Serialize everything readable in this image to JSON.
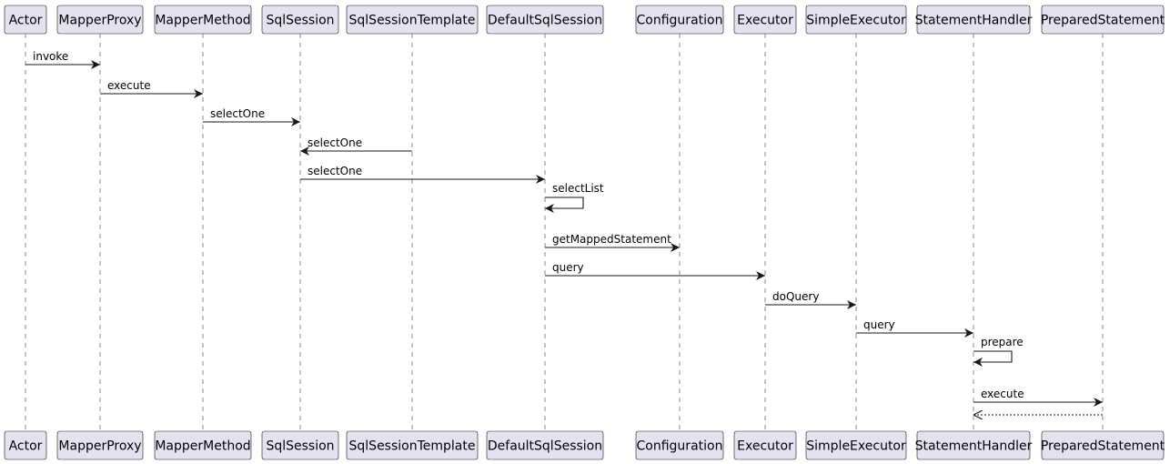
{
  "participants": [
    {
      "id": "actor",
      "label": "Actor"
    },
    {
      "id": "mapperproxy",
      "label": "MapperProxy"
    },
    {
      "id": "mappermethod",
      "label": "MapperMethod"
    },
    {
      "id": "sqlsession",
      "label": "SqlSession"
    },
    {
      "id": "sqlsessiontemplate",
      "label": "SqlSessionTemplate"
    },
    {
      "id": "defaultsqlsession",
      "label": "DefaultSqlSession"
    },
    {
      "id": "configuration",
      "label": "Configuration"
    },
    {
      "id": "executor",
      "label": "Executor"
    },
    {
      "id": "simpleexecutor",
      "label": "SimpleExecutor"
    },
    {
      "id": "statementhandler",
      "label": "StatementHandler"
    },
    {
      "id": "preparedstatement",
      "label": "PreparedStatement"
    }
  ],
  "messages": [
    {
      "from": "actor",
      "to": "mapperproxy",
      "label": "invoke"
    },
    {
      "from": "mapperproxy",
      "to": "mappermethod",
      "label": "execute"
    },
    {
      "from": "mappermethod",
      "to": "sqlsession",
      "label": "selectOne"
    },
    {
      "from": "sqlsessiontemplate",
      "to": "sqlsession",
      "label": "selectOne"
    },
    {
      "from": "sqlsession",
      "to": "defaultsqlsession",
      "label": "selectOne"
    },
    {
      "from": "defaultsqlsession",
      "to": "defaultsqlsession",
      "label": "selectList"
    },
    {
      "from": "defaultsqlsession",
      "to": "configuration",
      "label": "getMappedStatement"
    },
    {
      "from": "defaultsqlsession",
      "to": "executor",
      "label": "query"
    },
    {
      "from": "executor",
      "to": "simpleexecutor",
      "label": "doQuery"
    },
    {
      "from": "simpleexecutor",
      "to": "statementhandler",
      "label": "query"
    },
    {
      "from": "statementhandler",
      "to": "statementhandler",
      "label": "prepare"
    },
    {
      "from": "statementhandler",
      "to": "preparedstatement",
      "label": "execute"
    },
    {
      "from": "preparedstatement",
      "to": "statementhandler",
      "label": "",
      "style": "dashed"
    }
  ]
}
